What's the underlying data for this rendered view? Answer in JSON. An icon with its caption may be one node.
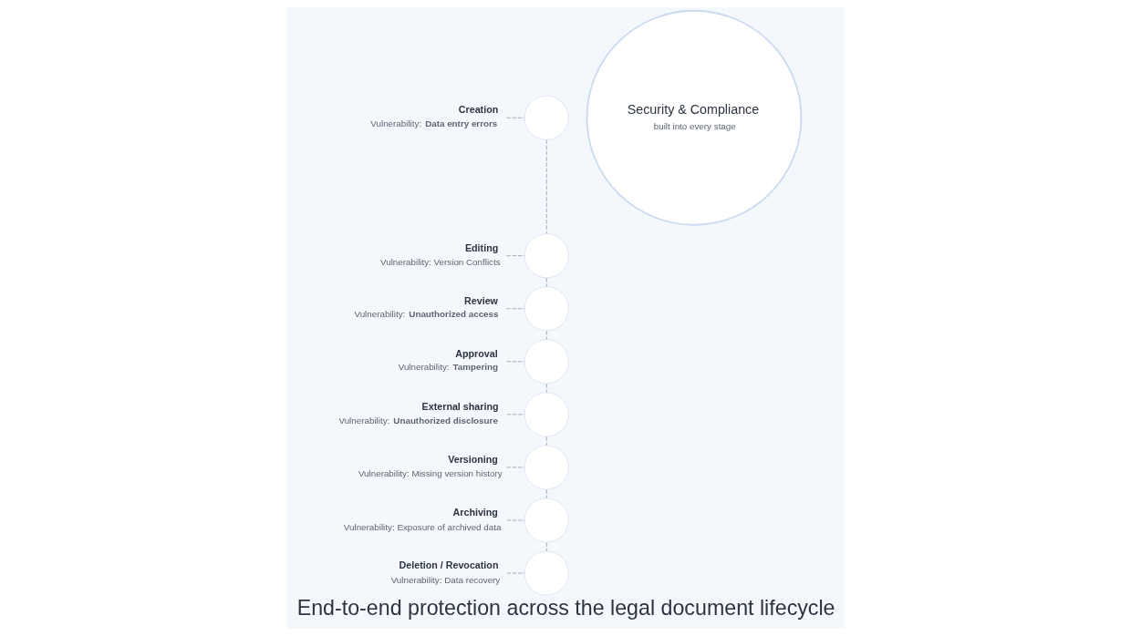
{
  "diagram": {
    "title": "End-to-end protection across the legal document lifecycle",
    "nodes": [
      {
        "text": [
          "Creation",
          "Vulnerability: **Data entry errors**"
        ]
      },
      {
        "text": [],
        "shape": "circle"
      },
      {
        "text": [
          "Editing",
          "Vulnerability: Version Conflicts"
        ]
      },
      {
        "text": [],
        "shape": "circle"
      },
      {
        "text": [
          "Review",
          "Vulnerability: **Unauthorized access**"
        ]
      },
      {
        "text": [],
        "shape": "circle"
      },
      {
        "text": [
          "Approval",
          "Vulnerability: **Tampering**"
        ]
      },
      {
        "text": [],
        "shape": "circle"
      },
      {
        "text": [
          "External sharing",
          "Vulnerability: **Unauthorized disclosure**"
        ]
      },
      {
        "text": [],
        "shape": "circle"
      },
      {
        "text": [
          "Versioning",
          "Vulnerability: Missing version history"
        ]
      },
      {
        "text": [],
        "shape": "circle"
      },
      {
        "text": [
          "Archiving",
          "Vulnerability: Exposure of archived data"
        ]
      },
      {
        "text": [],
        "shape": "circle"
      },
      {
        "text": [
          "Deletion / Revocation",
          "Vulnerability: Data recovery"
        ]
      },
      {
        "text": [],
        "shape": "circle"
      },
      {
        "text": [
          "Security & Compliance",
          "built into every stage"
        ]
      }
    ],
    "edges": [
      {
        "from": 0,
        "to": 1,
        "arrow": "none",
        "style": "dashed"
      },
      {
        "from": 2,
        "to": 3,
        "arrow": "none",
        "style": "dashed"
      },
      {
        "from": 4,
        "to": 5,
        "arrow": "none",
        "style": "dashed"
      },
      {
        "from": 6,
        "to": 7,
        "arrow": "none",
        "style": "dashed"
      },
      {
        "from": 8,
        "to": 9,
        "arrow": "none",
        "style": "dashed"
      },
      {
        "from": 10,
        "to": 11,
        "arrow": "none",
        "style": "dashed"
      },
      {
        "from": 12,
        "to": 13,
        "arrow": "none",
        "style": "dashed"
      },
      {
        "from": 14,
        "to": 15,
        "arrow": "none",
        "style": "dashed"
      },
      {
        "from": 1,
        "to": 3,
        "arrow": "none",
        "style": "dashed"
      },
      {
        "from": 3,
        "to": 5,
        "arrow": "none",
        "style": "dashed"
      },
      {
        "from": 5,
        "to": 7,
        "arrow": "none",
        "style": "dashed"
      },
      {
        "from": 7,
        "to": 9,
        "arrow": "none",
        "style": "dashed"
      },
      {
        "from": 9,
        "to": 11,
        "arrow": "none",
        "style": "dashed"
      },
      {
        "from": 11,
        "to": 13,
        "arrow": "none",
        "style": "dashed"
      },
      {
        "from": 13,
        "to": 15,
        "arrow": "none",
        "style": "dashed"
      }
    ]
  }
}
